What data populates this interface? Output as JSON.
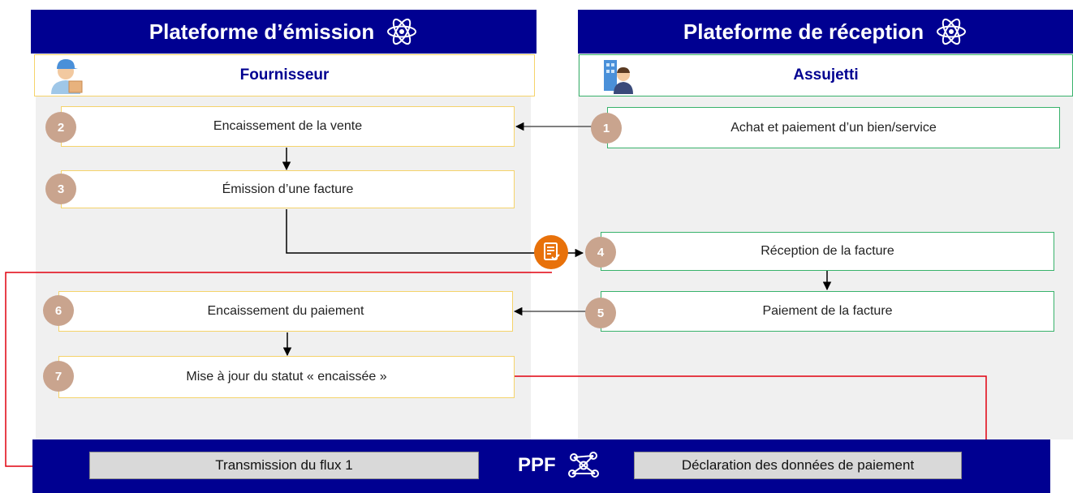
{
  "emission": {
    "title": "Plateforme d’émission",
    "actor": "Fournisseur",
    "steps": [
      {
        "num": "2",
        "label": "Encaissement de la vente"
      },
      {
        "num": "3",
        "label": "Émission d’une facture"
      },
      {
        "num": "6",
        "label": "Encaissement du paiement"
      },
      {
        "num": "7",
        "label": "Mise à jour du statut « encaissée »"
      }
    ]
  },
  "reception": {
    "title": "Plateforme de réception",
    "actor": "Assujetti",
    "steps": [
      {
        "num": "1",
        "label": "Achat et paiement d’un bien/service"
      },
      {
        "num": "4",
        "label": "Réception de la facture"
      },
      {
        "num": "5",
        "label": "Paiement de la facture"
      }
    ]
  },
  "ppf": {
    "label": "PPF",
    "left_box": "Transmission du flux 1",
    "right_box": "Déclaration des données de paiement"
  },
  "colors": {
    "navy": "#000091",
    "badge": "#c9a48e",
    "red_line": "#e1000f",
    "orange": "#e8710a"
  },
  "icons": {
    "platform": "atom-icon",
    "ppf": "network-icon",
    "supplier": "delivery-person-icon",
    "taxpayer": "office-worker-icon",
    "invoice": "document-check-icon"
  }
}
